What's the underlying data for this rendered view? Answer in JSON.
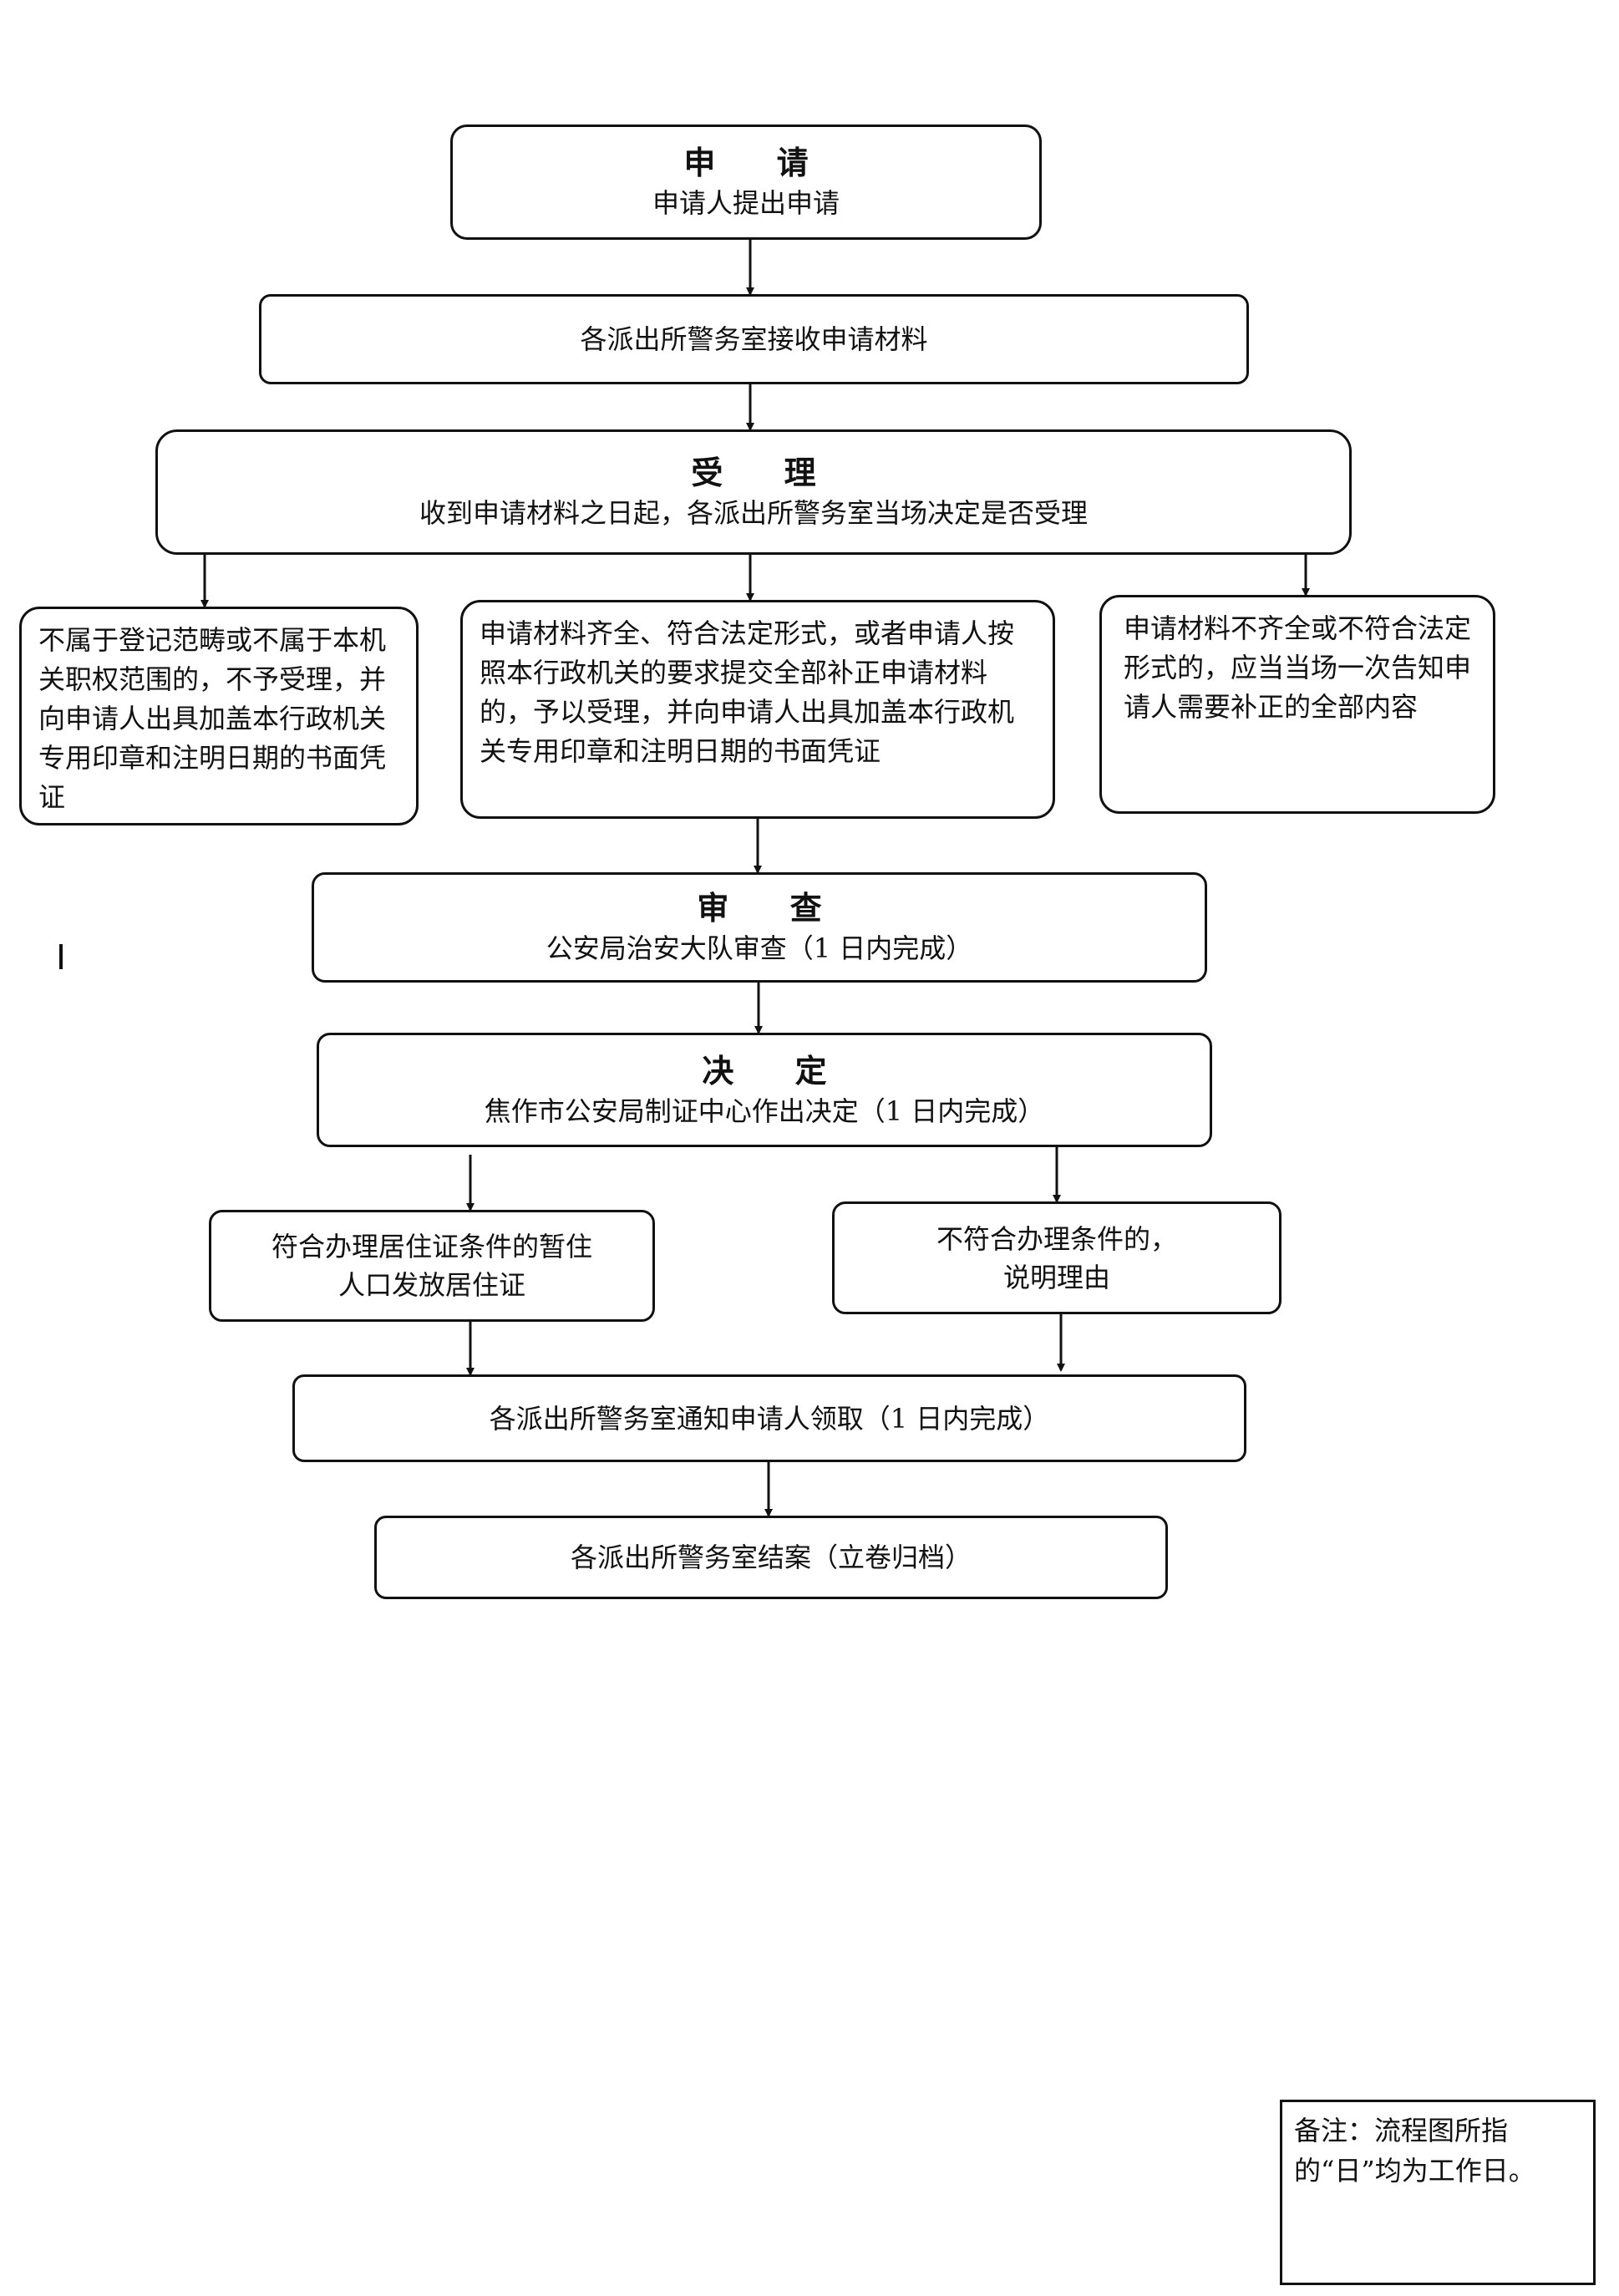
{
  "apply": {
    "title": "申 请",
    "text": "申请人提出申请"
  },
  "receive": {
    "text": "各派出所警务室接收申请材料"
  },
  "accept": {
    "title": "受 理",
    "text": "收到申请材料之日起，各派出所警务室当场决定是否受理"
  },
  "branch_reject": {
    "text": "不属于登记范畴或不属于本机关职权范围的，不予受理，并向申请人出具加盖本行政机关专用印章和注明日期的书面凭证"
  },
  "branch_accept": {
    "text": "申请材料齐全、符合法定形式，或者申请人按照本行政机关的要求提交全部补正申请材料的，予以受理，并向申请人出具加盖本行政机关专用印章和注明日期的书面凭证"
  },
  "branch_supplement": {
    "text": "申请材料不齐全或不符合法定形式的，应当当场一次告知申请人需要补正的全部内容"
  },
  "review": {
    "title": "审 查",
    "text": "公安局治安大队审查（1 日内完成）"
  },
  "decide": {
    "title": "决 定",
    "text": "焦作市公安局制证中心作出决定（1 日内完成）"
  },
  "outcome_yes": {
    "line1": "符合办理居住证条件的暂住",
    "line2": "人口发放居住证"
  },
  "outcome_no": {
    "line1": "不符合办理条件的，",
    "line2": "说明理由"
  },
  "notify": {
    "text": "各派出所警务室通知申请人领取（1 日内完成）"
  },
  "close": {
    "text": "各派出所警务室结案（立卷归档）"
  },
  "note": {
    "text": "备注：流程图所指的“日”均为工作日。"
  }
}
